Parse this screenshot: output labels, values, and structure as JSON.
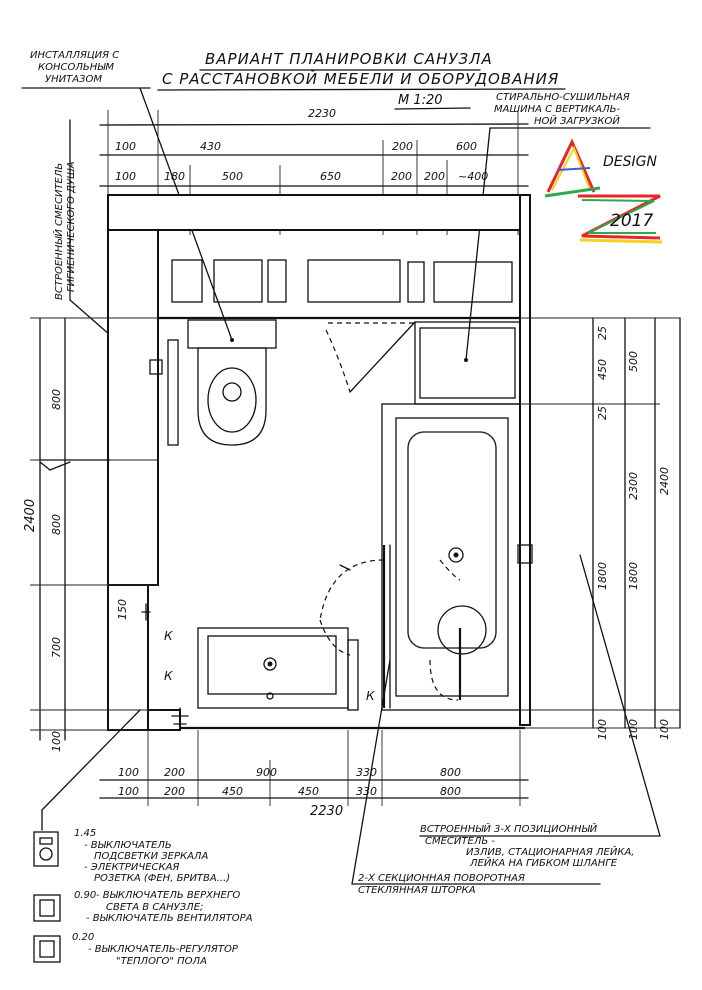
{
  "title": {
    "line1": "ВАРИАНТ ПЛАНИРОВКИ САНУЗЛА",
    "line2": "С РАССТАНОВКОЙ МЕБЕЛИ И ОБОРУДОВАНИЯ",
    "scale": "М 1:20"
  },
  "logo": {
    "letters": "AZ",
    "word": "DESIGN",
    "year": "2017"
  },
  "notes": {
    "toilet_install": [
      "ИНСТАЛЛЯЦИЯ С",
      "КОНСОЛЬНЫМ",
      "УНИТАЗОМ"
    ],
    "hygienic_shower": [
      "ВСТРОЕННЫЙ СМЕСИТЕЛЬ",
      "ГИГИЕНИЧЕСКОГО ДУША"
    ],
    "washer": [
      "СТИРАЛЬНО-СУШИЛЬНАЯ",
      "МАШИНА С ВЕРТИКАЛЬ-",
      "НОЙ ЗАГРУЗКОЙ"
    ],
    "mixer": [
      "ВСТРОЕННЫЙ 3-Х ПОЗИЦИОННЫЙ",
      "СМЕСИТЕЛЬ -",
      "ИЗЛИВ, СТАЦИОНАРНАЯ ЛЕЙКА,",
      "ЛЕЙКА НА ГИБКОМ ШЛАНГЕ"
    ],
    "curtain": [
      "2-Х СЕКЦИОННАЯ ПОВОРОТНАЯ",
      "СТЕКЛЯННАЯ ШТОРКА"
    ]
  },
  "dimensions": {
    "top_total": "2230",
    "top_row1": [
      "100",
      "430",
      "200",
      "600"
    ],
    "top_row2": [
      "100",
      "180",
      "500",
      "650",
      "200",
      "200",
      "~400"
    ],
    "bottom_row1": [
      "100",
      "200",
      "900",
      "330",
      "800"
    ],
    "bottom_row2": [
      "100",
      "200",
      "450",
      "450",
      "330",
      "800"
    ],
    "bottom_total": "2230",
    "left": [
      "800",
      "800",
      "150",
      "700",
      "100"
    ],
    "left_total": "2400",
    "right_inner": [
      "25",
      "450",
      "25"
    ],
    "right_500": "500",
    "right_1800a": "1800",
    "right_1800b": "1800",
    "right_2300": "2300",
    "right_2400": "2400",
    "right_bottom": [
      "100",
      "100",
      "100"
    ]
  },
  "legend": [
    {
      "height": "1.45",
      "lines": [
        "- ВЫКЛЮЧАТЕЛЬ",
        "ПОДСВЕТКИ ЗЕРКАЛА",
        "- ЭЛЕКТРИЧЕСКАЯ",
        "РОЗЕТКА (ФЕН, БРИТВА...)"
      ]
    },
    {
      "height": "0.90",
      "lines": [
        "- ВЫКЛЮЧАТЕЛЬ ВЕРХНЕГО",
        "СВЕТА В САНУЗЛЕ;",
        "- ВЫКЛЮЧАТЕЛЬ ВЕНТИЛЯТОРА"
      ]
    },
    {
      "height": "0.20",
      "lines": [
        "- ВЫКЛЮЧАТЕЛЬ-РЕГУЛЯТОР",
        "\"ТЕПЛОГО\" ПОЛА"
      ]
    }
  ],
  "marks": {
    "k": "К"
  },
  "colors": {
    "ink": "#111111",
    "logo_red": "#e8262a",
    "logo_yellow": "#f4d21f",
    "logo_green": "#2da84a",
    "logo_blue": "#3a62c8"
  }
}
